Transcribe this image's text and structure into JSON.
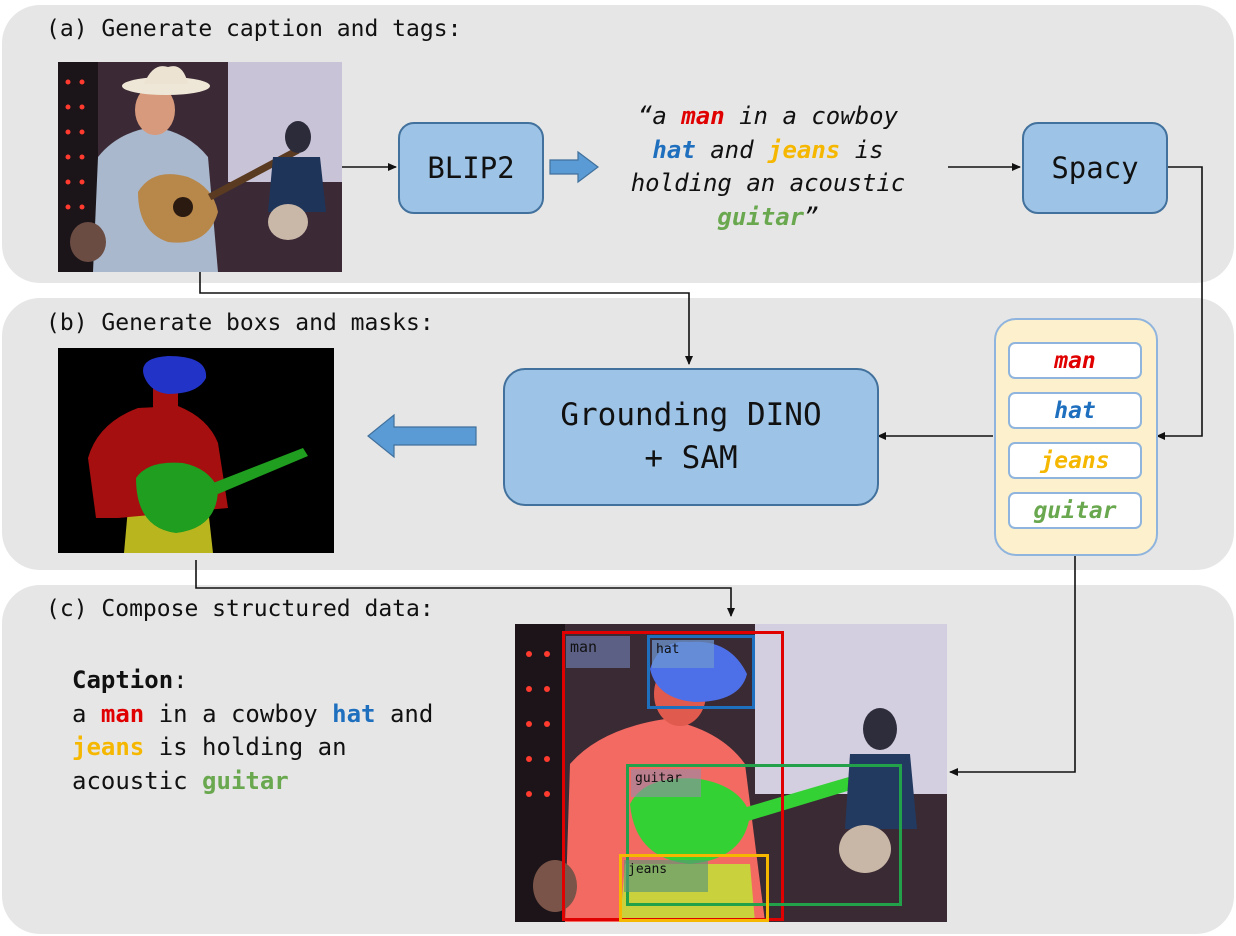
{
  "panels": {
    "a_title": "(a) Generate caption and tags:",
    "b_title": "(b) Generate boxs and masks:",
    "c_title": "(c) Compose structured data:"
  },
  "nodes": {
    "blip2": "BLIP2",
    "spacy": "Spacy",
    "grounding_line1": "Grounding DINO",
    "grounding_line2": "+ SAM"
  },
  "caption_quote": {
    "open_quote": "“a",
    "w_man": "man",
    "t1": "in a cowboy",
    "w_hat": "hat",
    "t2": "and",
    "w_jeans": "jeans",
    "t3": "is",
    "t4": "holding an acoustic",
    "w_guitar": "guitar",
    "close_quote": "”"
  },
  "tags": [
    "man",
    "hat",
    "jeans",
    "guitar"
  ],
  "composed": {
    "label": "Caption",
    "colon": ":",
    "t0": "a",
    "w_man": "man",
    "t1": "in a cowboy",
    "w_hat": "hat",
    "t2": "and",
    "w_jeans": "jeans",
    "t3": "is holding an",
    "t4": "acoustic",
    "w_guitar": "guitar"
  },
  "box_labels": {
    "man": "man",
    "hat": "hat",
    "guitar": "guitar",
    "jeans": "jeans"
  },
  "colors": {
    "man": "#e00000",
    "hat": "#1f6fbf",
    "jeans": "#f5b700",
    "guitar": "#6aa84f",
    "node_fill": "#9dc3e6",
    "node_border": "#41719c",
    "panel": "#e6e6e6"
  }
}
